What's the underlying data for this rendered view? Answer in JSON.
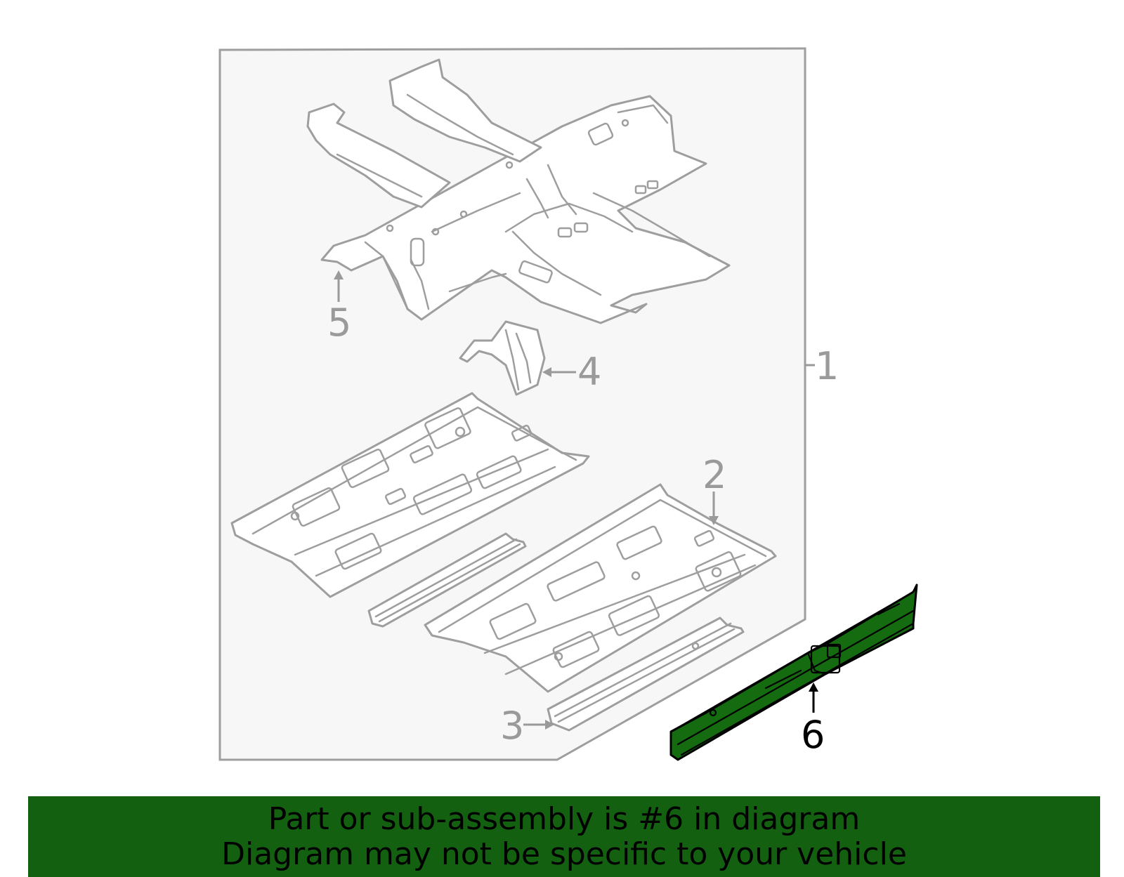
{
  "diagram": {
    "callouts": {
      "c1": "1",
      "c2": "2",
      "c3": "3",
      "c4": "4",
      "c5": "5",
      "c6": "6"
    },
    "highlighted_part": "6",
    "highlight_color": "#156b10",
    "line_color": "#9e9e9e",
    "frame_fill": "#f7f7f7"
  },
  "banner": {
    "line1": "Part or sub-assembly is #6 in diagram",
    "line2": "Diagram may not be specific to your vehicle",
    "background": "#136010"
  }
}
